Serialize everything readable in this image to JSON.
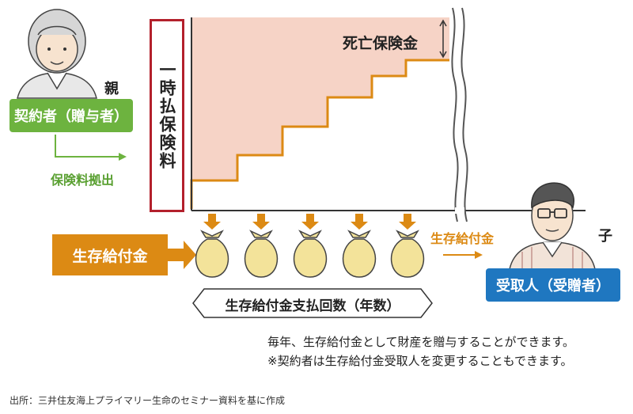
{
  "parent": {
    "role_label": "契約者（贈与者）",
    "relation": "親",
    "payment_label": "保険料拠出"
  },
  "premium": {
    "label": "一時払保険料"
  },
  "death_benefit": {
    "label": "死亡保険金"
  },
  "survival": {
    "label": "生存給付金",
    "arrow_label": "生存給付金"
  },
  "child": {
    "role_label": "受取人（受贈者）",
    "relation": "子"
  },
  "payments": {
    "label": "生存給付金支払回数（年数）",
    "bag_count": 5
  },
  "notes": [
    "毎年、生存給付金として財産を贈与することができます。",
    "※契約者は生存給付金受取人を変更することもできます。"
  ],
  "source": "出所：三井住友海上プライマリー生命のセミナー資料を基に作成",
  "colors": {
    "green": "#6db33f",
    "orange": "#dc8a14",
    "blue": "#1f77c0",
    "red": "#b3202c",
    "pink": "#f6d3c6",
    "bag": "#f3e39a"
  }
}
